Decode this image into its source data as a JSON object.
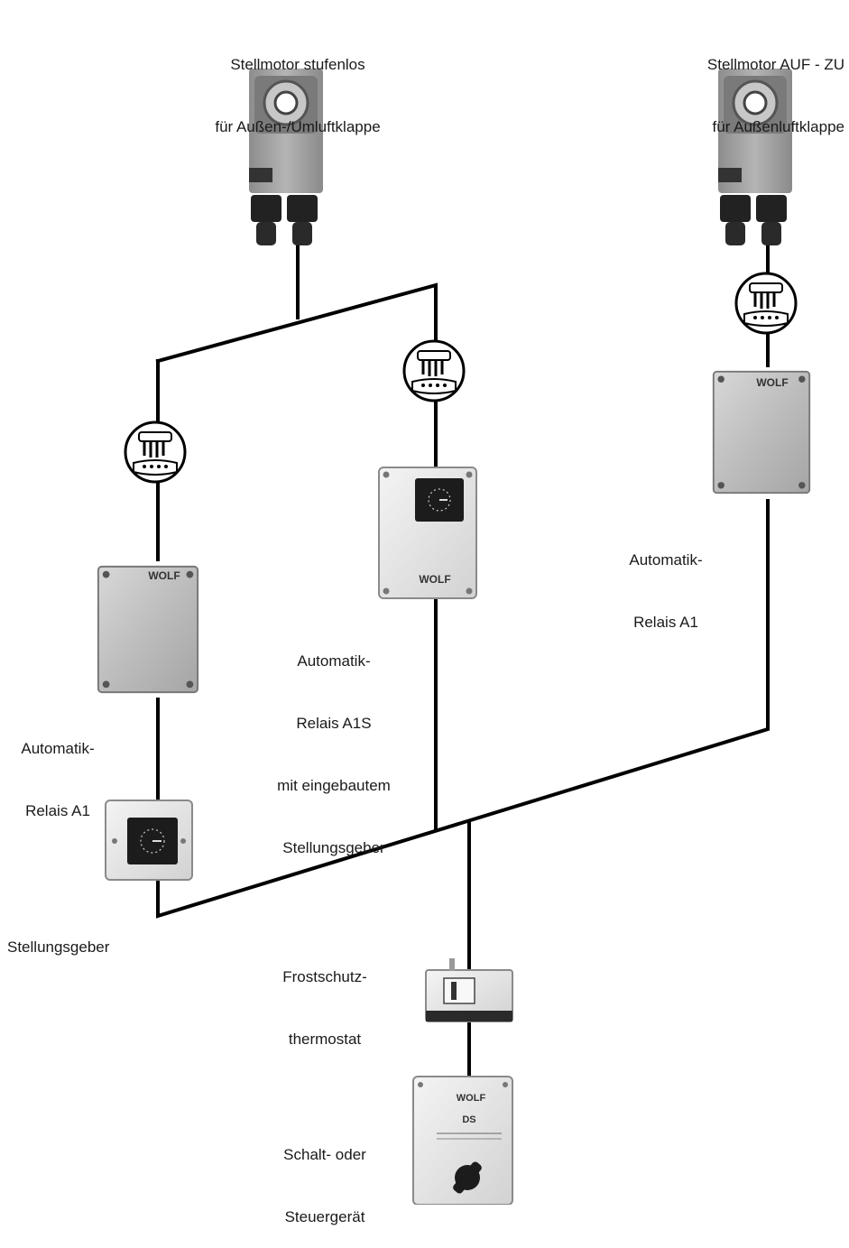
{
  "labels": {
    "actuator_modulating": [
      "Stellmotor stufenlos",
      "für Außen-/Umluftklappe"
    ],
    "actuator_open_close": [
      "Stellmotor AUF - ZU",
      "für Außenluftklappe"
    ],
    "relay_a1_left": [
      "Automatik-",
      "Relais A1"
    ],
    "relay_a1s": [
      "Automatik-",
      "Relais A1S",
      "mit eingebautem",
      "Stellungsgeber"
    ],
    "relay_a1_right": [
      "Automatik-",
      "Relais A1"
    ],
    "position_transmitter": [
      "Stellungsgeber"
    ],
    "frost_thermostat": [
      "Frostschutz-",
      "thermostat"
    ],
    "control_unit": [
      "Schalt- oder",
      "Steuergerät"
    ]
  },
  "logos": {
    "relay_brand": "WOLF",
    "control_brand": "WOLF",
    "control_model": "DS"
  },
  "colors": {
    "wire": "#000000",
    "metal": "#c9c9c9",
    "metal_dark": "#8e8e8e",
    "housing": "#e6e6e6",
    "actuator_body": "#a9a9a9"
  },
  "icons": [
    "plug-connector-icon",
    "actuator-motor-icon",
    "relay-box-icon",
    "position-dial-icon",
    "thermostat-icon",
    "control-switch-icon"
  ]
}
